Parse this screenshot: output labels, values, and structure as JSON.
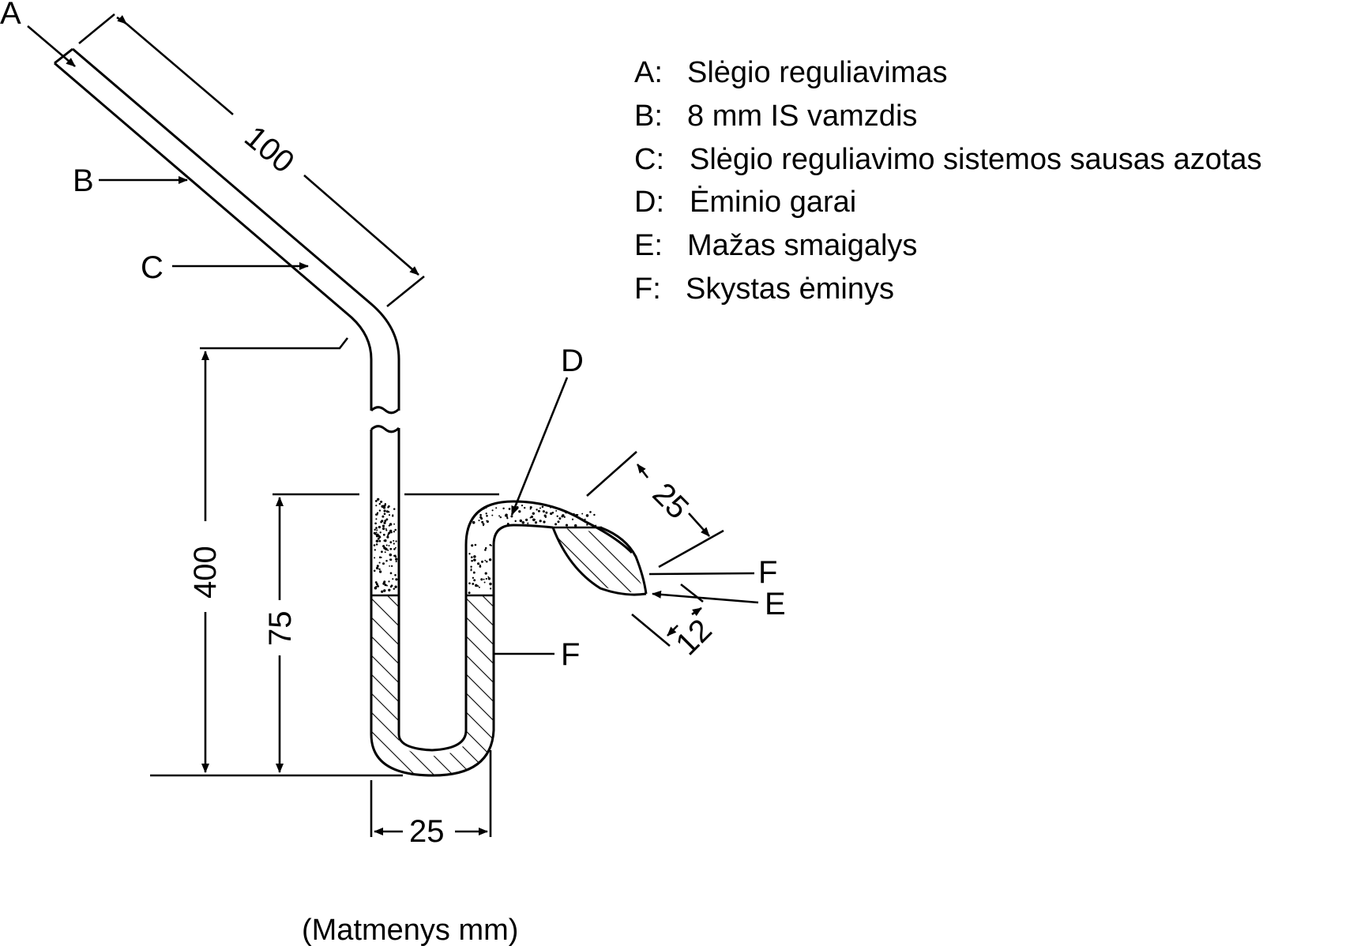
{
  "labels": {
    "a": "A",
    "b": "B",
    "c": "C",
    "d": "D",
    "e": "E",
    "f_bulb": "F",
    "f_leg": "F"
  },
  "dimensions": {
    "tube_length": "100",
    "total_height": "400",
    "liquid_height": "75",
    "u_width": "25",
    "bulb_length": "25",
    "tip_length": "12"
  },
  "legend": [
    {
      "key": "A:",
      "text": "Slėgio reguliavimas"
    },
    {
      "key": "B:",
      "text": "8 mm IS vamzdis"
    },
    {
      "key": "C:",
      "text": "Slėgio reguliavimo sistemos sausas azotas"
    },
    {
      "key": "D:",
      "text": "Ėminio garai"
    },
    {
      "key": "E:",
      "text": "Mažas smaigalys"
    },
    {
      "key": "F:",
      "text": "Skystas ėminys"
    }
  ],
  "units_note": "(Matmenys mm)",
  "colors": {
    "ink": "#000000",
    "background": "#ffffff"
  }
}
